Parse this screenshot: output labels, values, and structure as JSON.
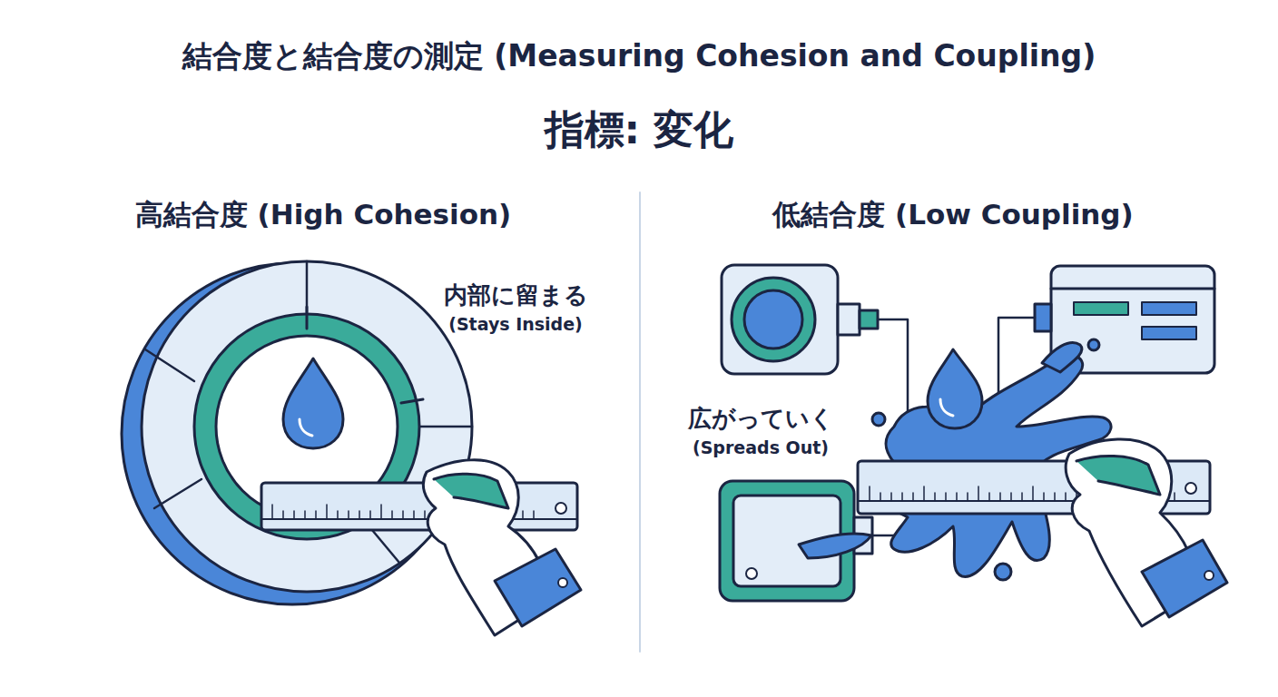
{
  "diagram": {
    "title": "結合度と結合度の測定 (Measuring Cohesion and Coupling)",
    "labels": [
      "指標: 変化",
      "高結合度 (High Cohesion)",
      "低結合度 (Low Coupling)",
      "内部に留まる",
      "(Stays Inside)",
      "広がっていく",
      "(Spreads Out)"
    ]
  }
}
